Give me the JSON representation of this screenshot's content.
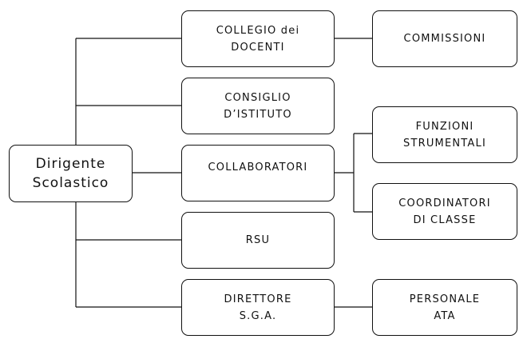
{
  "diagram": {
    "root": {
      "label": "Dirigente\nScolastico"
    },
    "collegio": {
      "label": "COLLEGIO dei\nDOCENTI"
    },
    "consiglio": {
      "label": "CONSIGLIO\nD’ISTITUTO"
    },
    "collaboratori": {
      "label": "COLLABORATORI"
    },
    "rsu": {
      "label": "RSU"
    },
    "direttore": {
      "label": "DIRETTORE\nS.G.A."
    },
    "commissioni": {
      "label": "COMMISSIONI"
    },
    "funzioni": {
      "label": "FUNZIONI\nSTRUMENTALI"
    },
    "coordinatori": {
      "label": "COORDINATORI\nDI CLASSE"
    },
    "personale": {
      "label": "PERSONALE\nATA"
    }
  }
}
